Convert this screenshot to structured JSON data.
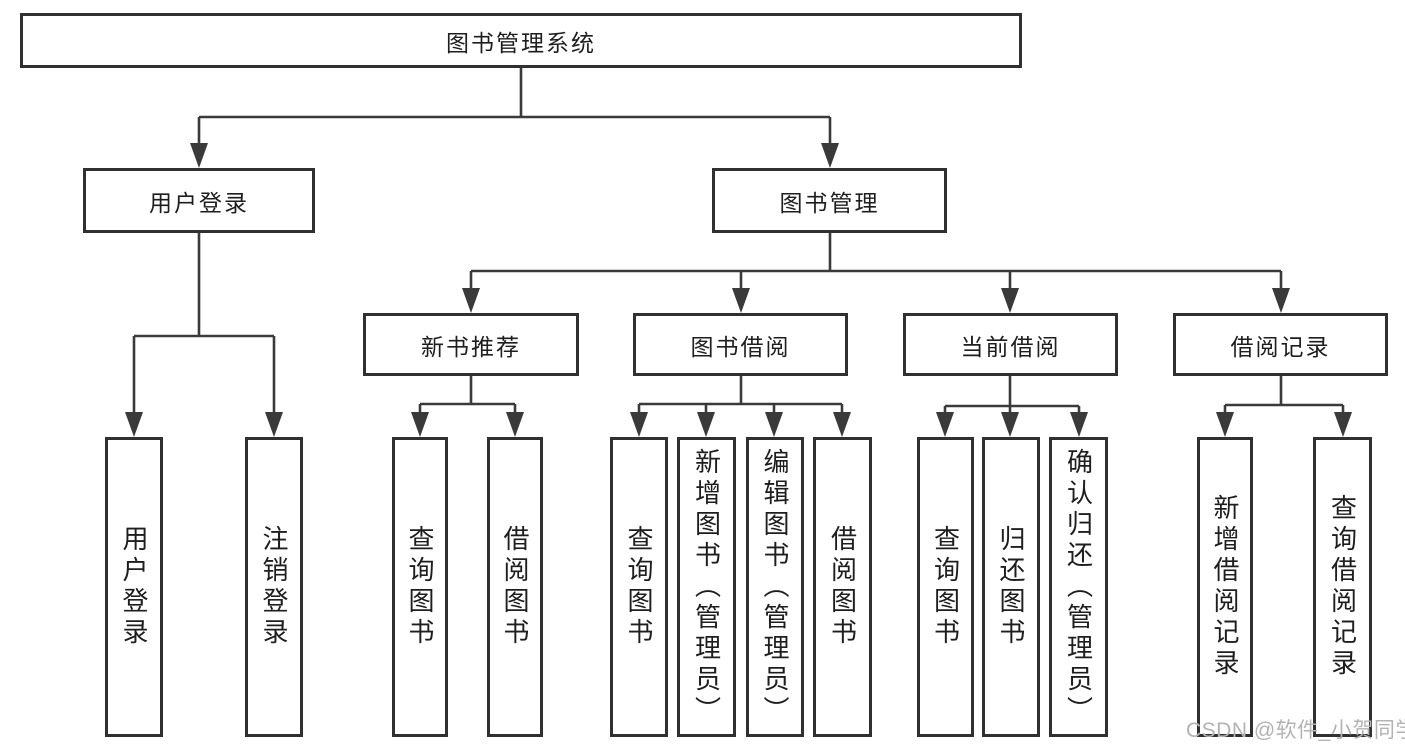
{
  "colors": {
    "line": "#3a3a3a",
    "box_border": "#303030",
    "text": "#1e1e1e",
    "watermark": "#b3b3b3",
    "background": "#ffffff"
  },
  "watermark": {
    "text": "CSDN @软件_小贺同学"
  },
  "tree": {
    "root": {
      "label": "图书管理系统",
      "children": [
        {
          "label": "用户登录",
          "children": [
            {
              "label": "用户登录"
            },
            {
              "label": "注销登录"
            }
          ]
        },
        {
          "label": "图书管理",
          "children": [
            {
              "label": "新书推荐",
              "children": [
                {
                  "label": "查询图书"
                },
                {
                  "label": "借阅图书"
                }
              ]
            },
            {
              "label": "图书借阅",
              "children": [
                {
                  "label": "查询图书"
                },
                {
                  "label": "新增图书（管理员）"
                },
                {
                  "label": "编辑图书（管理员）"
                },
                {
                  "label": "借阅图书"
                }
              ]
            },
            {
              "label": "当前借阅",
              "children": [
                {
                  "label": "查询图书"
                },
                {
                  "label": "归还图书"
                },
                {
                  "label": "确认归还（管理员）"
                }
              ]
            },
            {
              "label": "借阅记录",
              "children": [
                {
                  "label": "新增借阅记录"
                },
                {
                  "label": "查询借阅记录"
                }
              ]
            }
          ]
        }
      ]
    }
  }
}
